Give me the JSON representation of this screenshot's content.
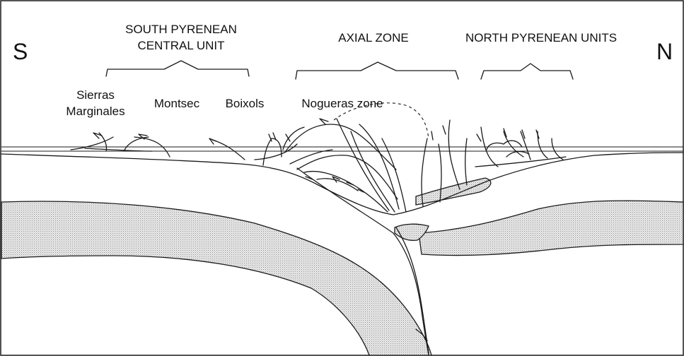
{
  "direction": {
    "south": "S",
    "north": "N"
  },
  "units": {
    "south_pyrenean": {
      "line1": "SOUTH PYRENEAN",
      "line2": "CENTRAL UNIT"
    },
    "axial_zone": "AXIAL ZONE",
    "north_pyrenean": "NORTH PYRENEAN UNITS"
  },
  "subunits": {
    "sierras": {
      "line1": "Sierras",
      "line2": "Marginales"
    },
    "montsec": "Montsec",
    "boixols": "Boixols",
    "nogueras": "Nogueras zone"
  },
  "colors": {
    "stroke": "#1a1a1a",
    "stipple": "#9a9a9a",
    "background": "#ffffff"
  }
}
